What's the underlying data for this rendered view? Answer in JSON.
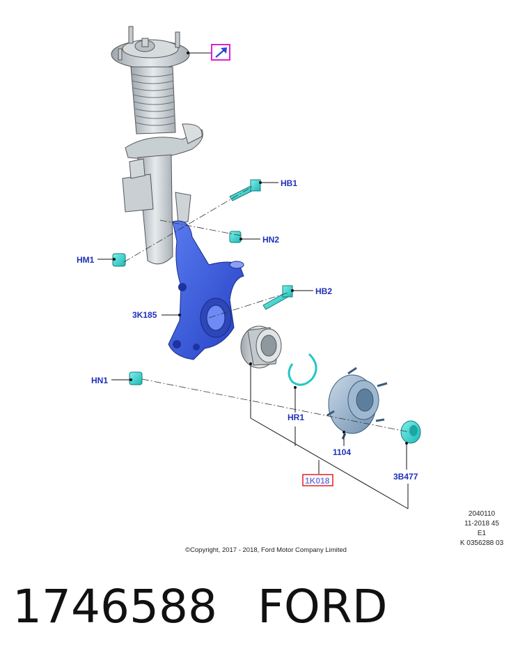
{
  "callouts": {
    "hb1": "HB1",
    "hn2": "HN2",
    "hm1": "HM1",
    "hb2": "HB2",
    "k185": "3K185",
    "hn1": "HN1",
    "hr1": "HR1",
    "p1104": "1104",
    "b477": "3B477",
    "k018": "1K018"
  },
  "reference": {
    "line1": "2040110",
    "line2": "11-2018 45",
    "line3": "E1",
    "line4": "K 0356288 03"
  },
  "copyright": "©Copyright, 2017 - 2018, Ford Motor Company Limited",
  "title": {
    "part_number": "1746588",
    "brand": "FORD"
  },
  "colors": {
    "callout_text": "#1f2fb8",
    "knuckle_blue": "#3a5ee0",
    "hardware_cyan": "#2fd6d0",
    "highlight_magenta": "#e020d0",
    "highlight_red": "#e02020"
  },
  "icons": {
    "link_arrow": "arrow-up-right-icon"
  }
}
